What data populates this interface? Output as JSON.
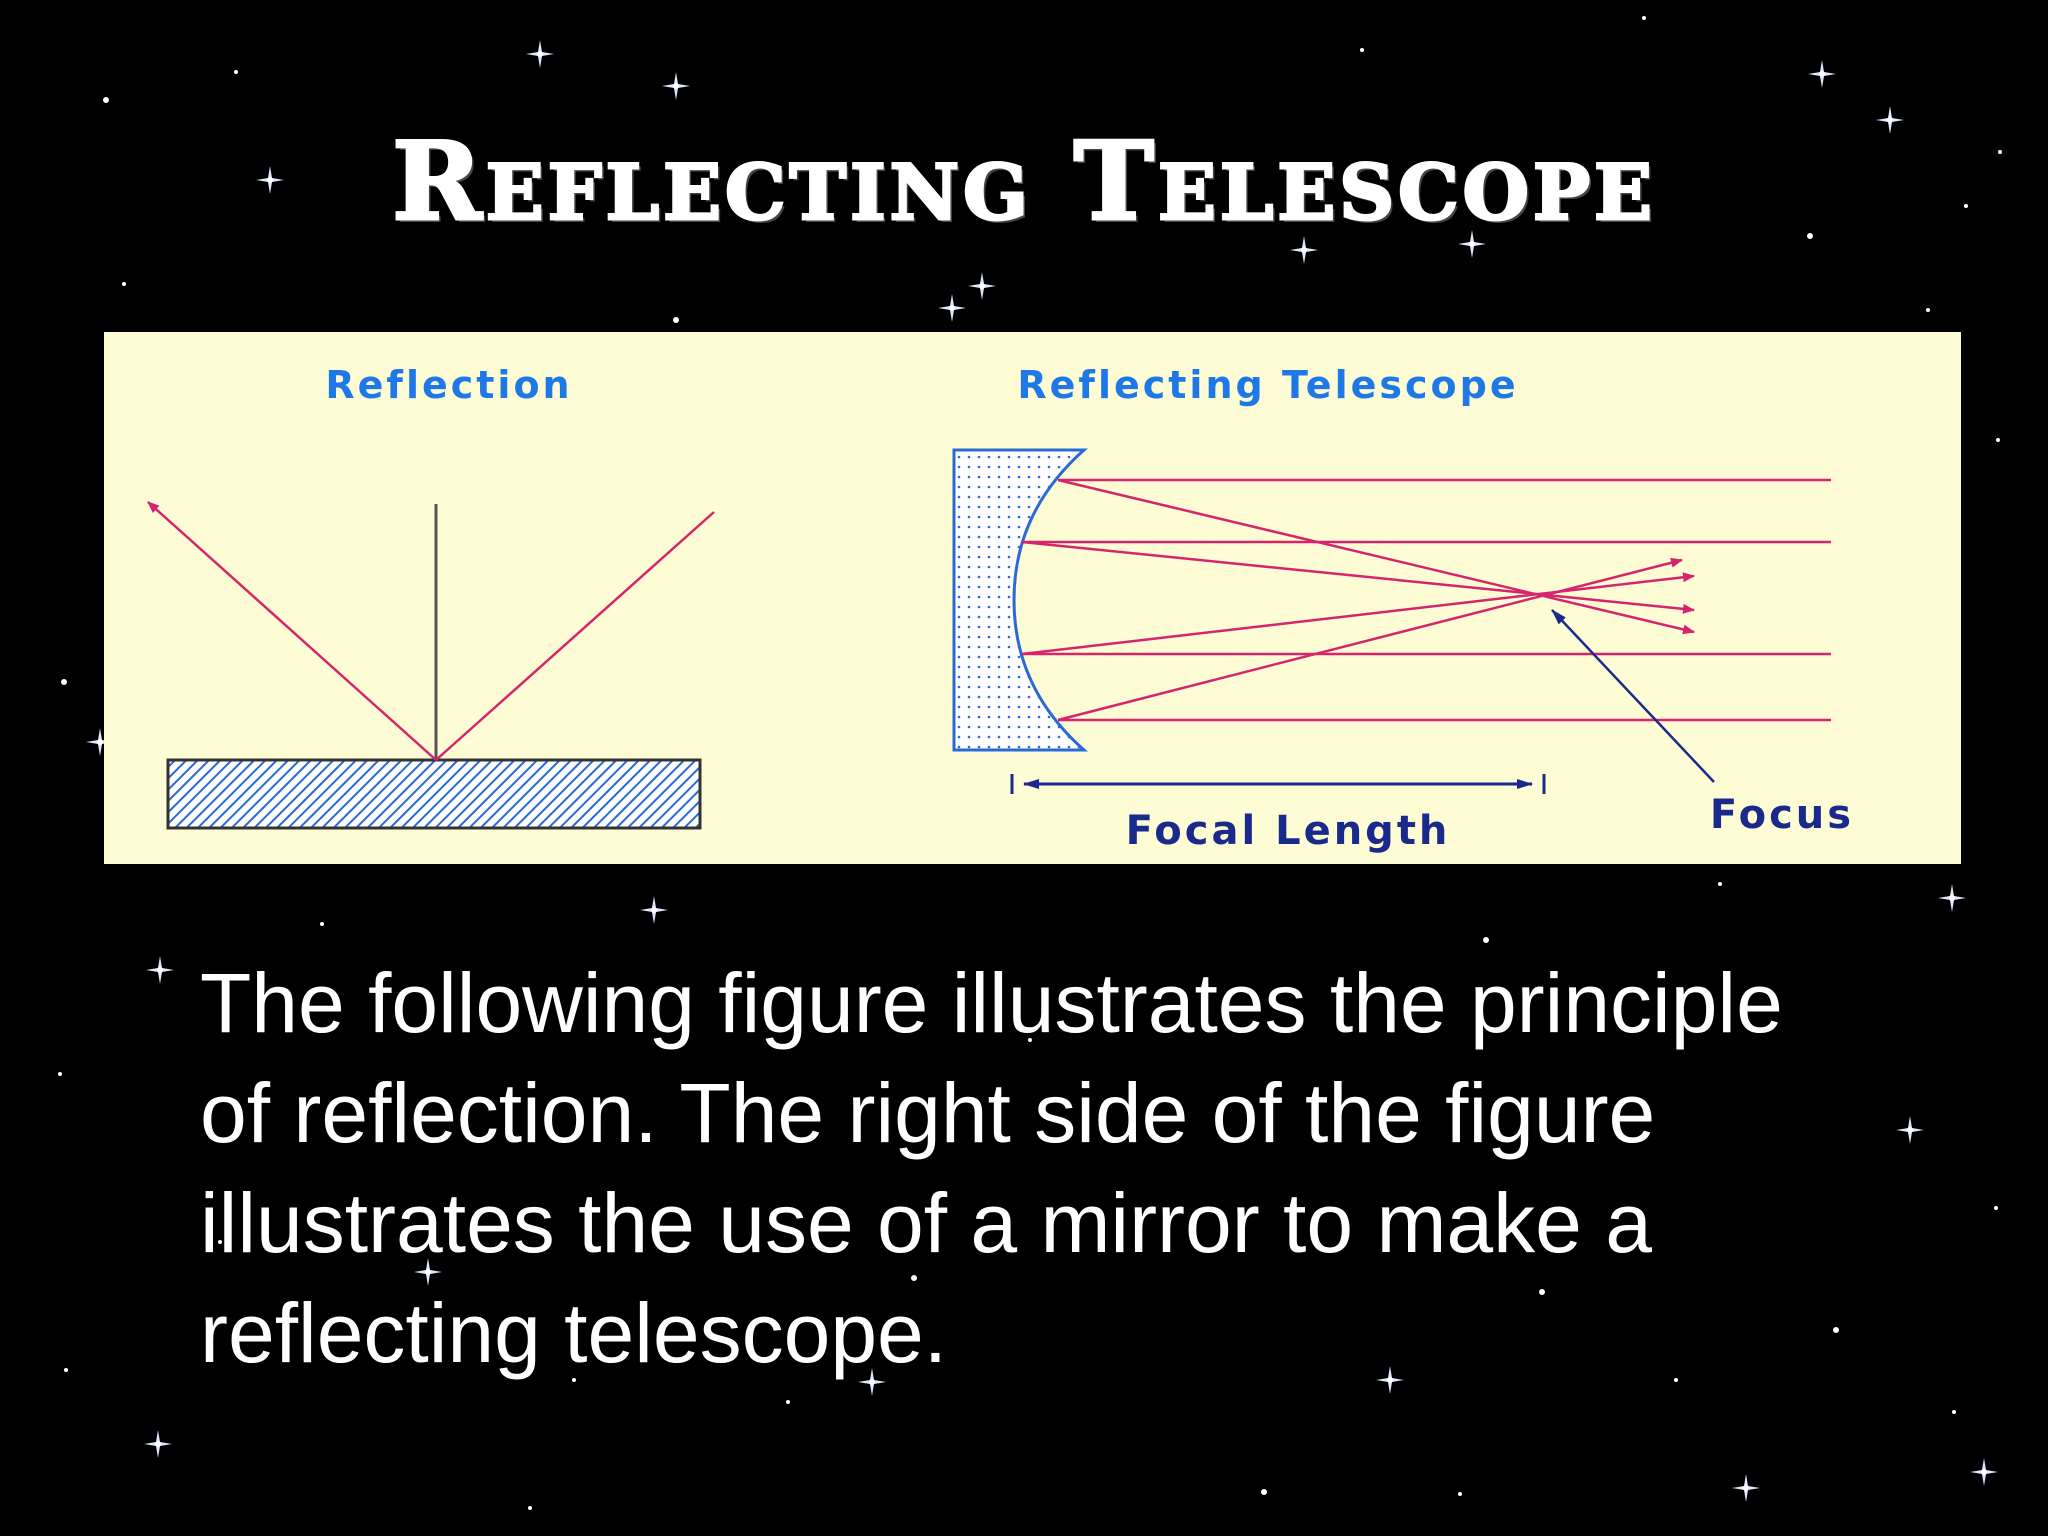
{
  "slide": {
    "title": "Reflecting Telescope",
    "body_lines": [
      "The following figure illustrates the principle",
      "of reflection. The right side of the figure",
      "illustrates the use of a mirror to make a",
      "reflecting telescope."
    ]
  },
  "figure": {
    "left_title": "Reflection",
    "right_title": "Reflecting Telescope",
    "focal_length_label": "Focal Length",
    "focus_label": "Focus"
  },
  "colors": {
    "background": "#000000",
    "panel": "#fefcd4",
    "label_blue": "#1e78e6",
    "label_navy": "#1a2a8c",
    "ray_magenta": "#d6246e",
    "mirror_blue": "#2a6ad6"
  }
}
